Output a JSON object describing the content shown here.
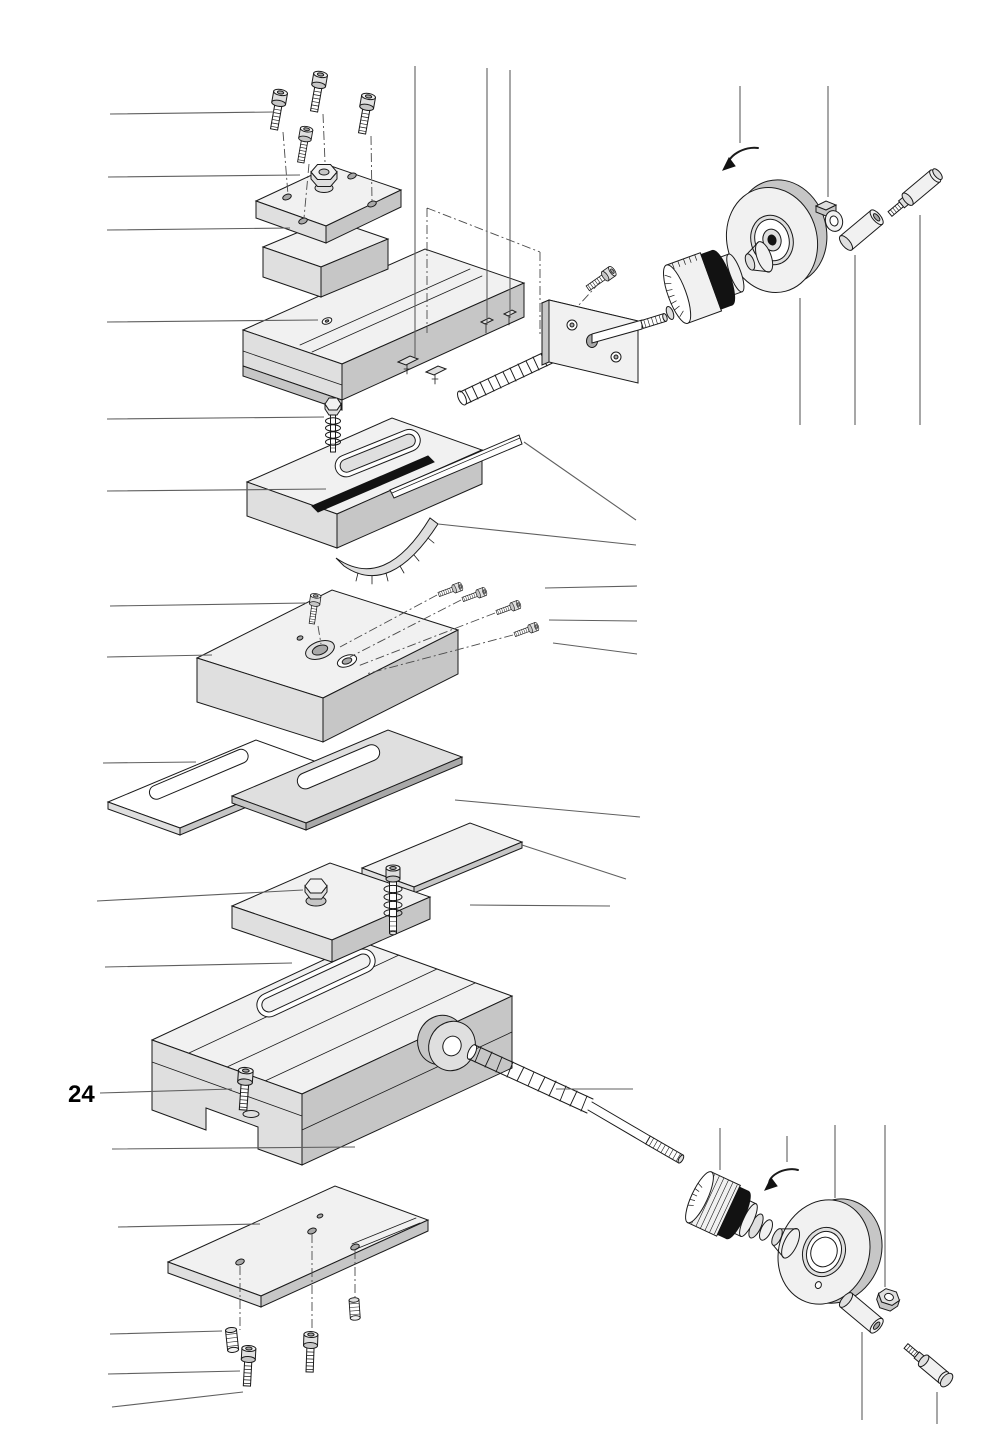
{
  "diagram": {
    "kind": "exploded-view-technical-diagram",
    "labels": {
      "part_number": "24"
    },
    "colors": {
      "background": "#ffffff",
      "line": "#1a1a1a",
      "leader": "#5f5f5f",
      "fill_white": "#ffffff",
      "fill_light": "#f1f1f1",
      "fill_mid": "#dfdfdf",
      "fill_dark": "#c6c6c6",
      "fill_black": "#121212"
    },
    "parts": [
      "socket-head-cap-screws",
      "tool-post-top-plate",
      "clamp-hex-nut",
      "riser-block",
      "compound-slide-body",
      "gib-clips",
      "feed-screw-coil",
      "bearing-bracket",
      "bracket-screw",
      "graduated-dial",
      "dial-bushing-cone",
      "handwheel",
      "rotation-arrow",
      "locknut-and-ring",
      "handle-sleeve",
      "crank-handle-screw",
      "gib-adjust-screw-with-spring",
      "middle-slide",
      "tapered-gib-strip",
      "curved-rack-segment",
      "gib-screw-set",
      "slide-screw",
      "nut-block",
      "gib-plate-outline",
      "gib-plate",
      "wear-strip",
      "clamp-block",
      "clamp-hex-bolt",
      "clamp-spring-screw",
      "base-casting",
      "cross-feed-screw",
      "mounting-screw",
      "knurled-graduated-dial",
      "thrust-washers",
      "handwheel-lower",
      "hex-nut",
      "handle-sleeve-lower",
      "handle-screw-lower",
      "mounting-plate",
      "set-screws",
      "cap-screws"
    ]
  }
}
